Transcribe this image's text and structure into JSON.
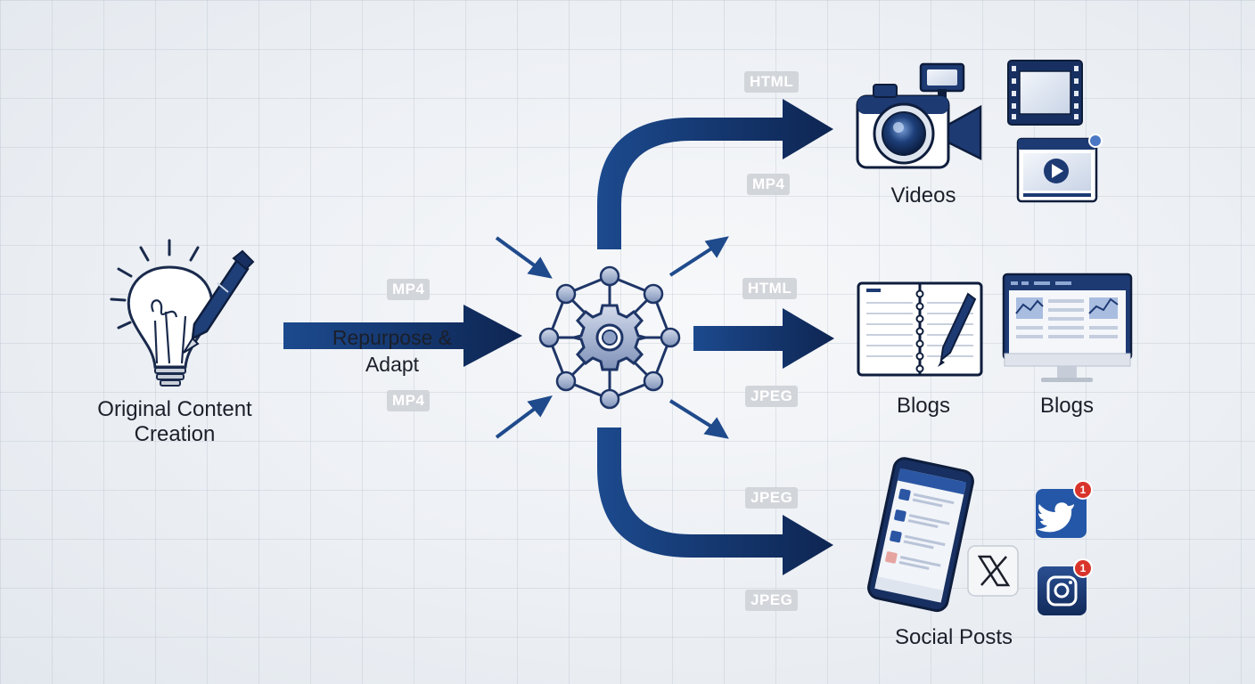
{
  "nodes": {
    "source": "Original Content Creation",
    "process": "Repurpose & Adapt",
    "videos": "Videos",
    "blogs_notebook": "Blogs",
    "blogs_monitor": "Blogs",
    "social": "Social Posts"
  },
  "format_tags": {
    "in_top": "MP4",
    "in_bottom": "MP4",
    "top_upper": "HTML",
    "top_lower": "MP4",
    "mid_upper": "HTML",
    "mid_lower": "JPEG",
    "bot_upper": "JPEG",
    "bot_lower": "JPEG"
  },
  "badges": {
    "twitter_count": "1",
    "instagram_count": "1"
  },
  "icons": [
    "lightbulb-icon",
    "pen-icon",
    "network-gear-icon",
    "camera-icon",
    "film-strip-icon",
    "video-player-icon",
    "notebook-icon",
    "monitor-icon",
    "smartphone-icon",
    "x-logo-icon",
    "twitter-bird-icon",
    "instagram-icon"
  ],
  "colors": {
    "primary": "#1a3d7c",
    "dark": "#0f2350",
    "text": "#1b1f29",
    "tag_bg": "#d2d5da",
    "badge": "#d9342b"
  }
}
